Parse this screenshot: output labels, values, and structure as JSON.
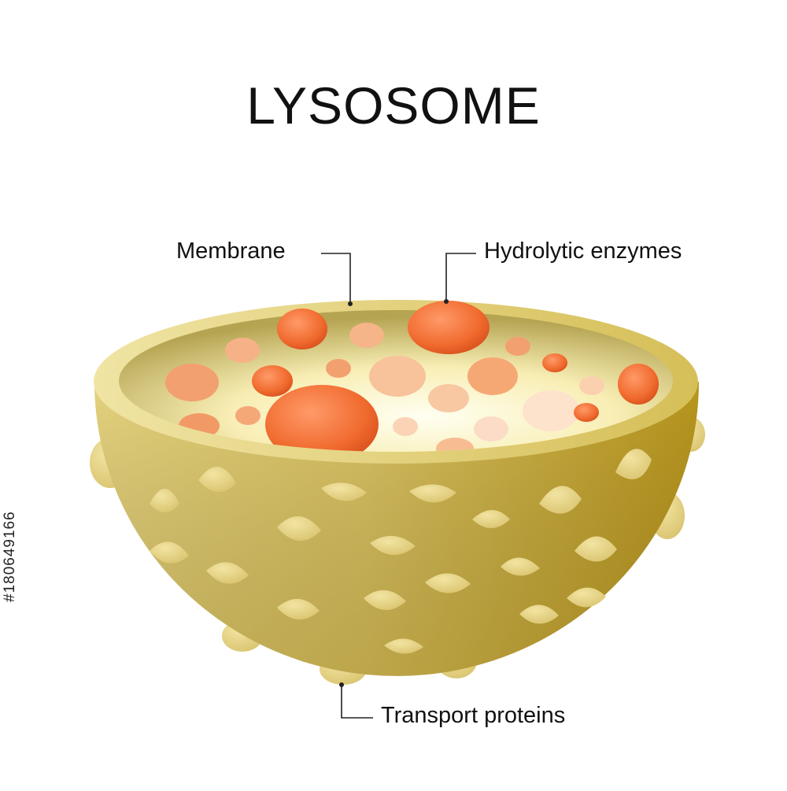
{
  "title": "LYSOSOME",
  "labels": {
    "membrane": "Membrane",
    "hydrolytic_enzymes": "Hydrolytic enzymes",
    "transport_proteins": "Transport proteins"
  },
  "side_id": "#180649166",
  "colors": {
    "membrane_light": "#f2e6a0",
    "membrane_mid": "#d8c060",
    "membrane_dark": "#b89a20",
    "lumen_center": "#fffde8",
    "enzyme": "#f07838",
    "enzyme_light": "#ffb87a",
    "protein": "#e6d486"
  }
}
